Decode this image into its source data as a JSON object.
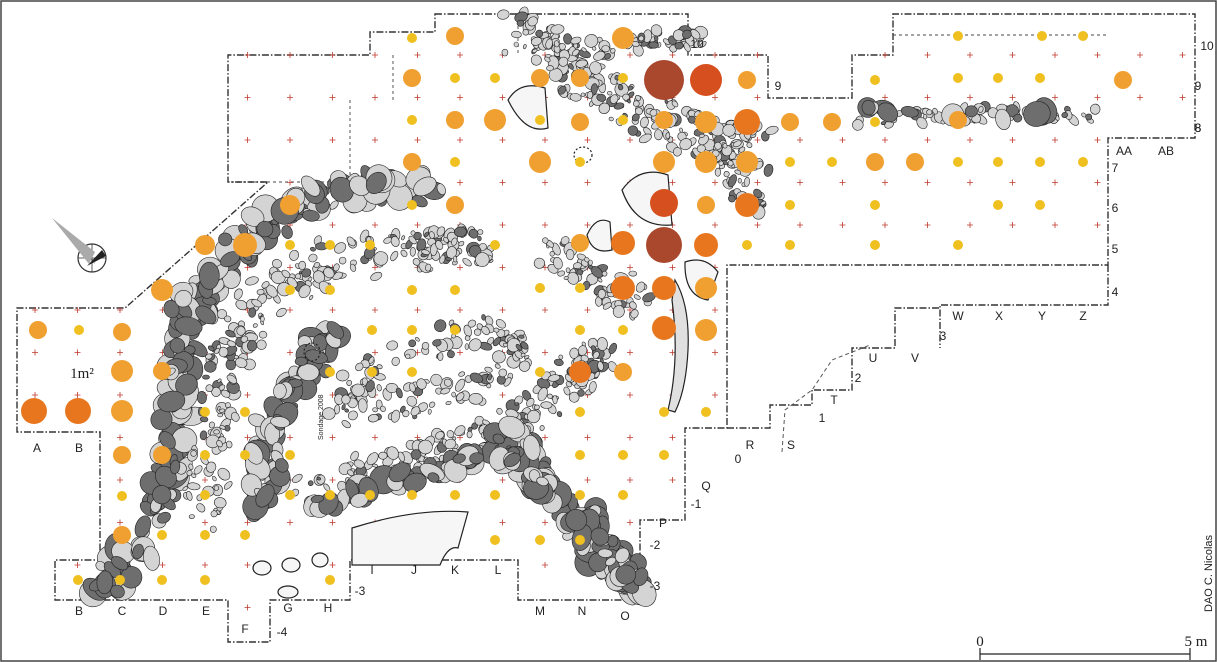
{
  "labels": {
    "cols_bottom_left": [
      "A",
      "B"
    ],
    "cols_bottom": [
      "B",
      "C",
      "D",
      "E",
      "F",
      "G",
      "H",
      "I",
      "J",
      "K",
      "L",
      "M",
      "N",
      "O",
      "P",
      "Q",
      "R",
      "S",
      "T",
      "U",
      "V",
      "W",
      "X",
      "Y",
      "Z",
      "AA",
      "AB"
    ],
    "rows_right": [
      "10",
      "9",
      "8",
      "7",
      "6",
      "5",
      "4",
      "3",
      "2",
      "1",
      "0",
      "-1",
      "-2",
      "-3",
      "-4"
    ]
  },
  "unit_label": "1m²",
  "sondage_label": "Sondage 2008",
  "credit": "DAO C. Nicolas",
  "scale_bar": {
    "start": "0",
    "end": "5 m"
  },
  "colors": {
    "outline": "#333333",
    "grid_cross": "#c0392b",
    "stone_dark": "#6e6e6e",
    "stone_light": "#d4d4d4",
    "dot_yellow": "#f0c020",
    "dot_orange_light": "#f0a030",
    "dot_orange": "#e8761e",
    "dot_red": "#d5501e",
    "dot_brown": "#a9482c"
  },
  "icons": [
    "north-arrow-icon"
  ]
}
